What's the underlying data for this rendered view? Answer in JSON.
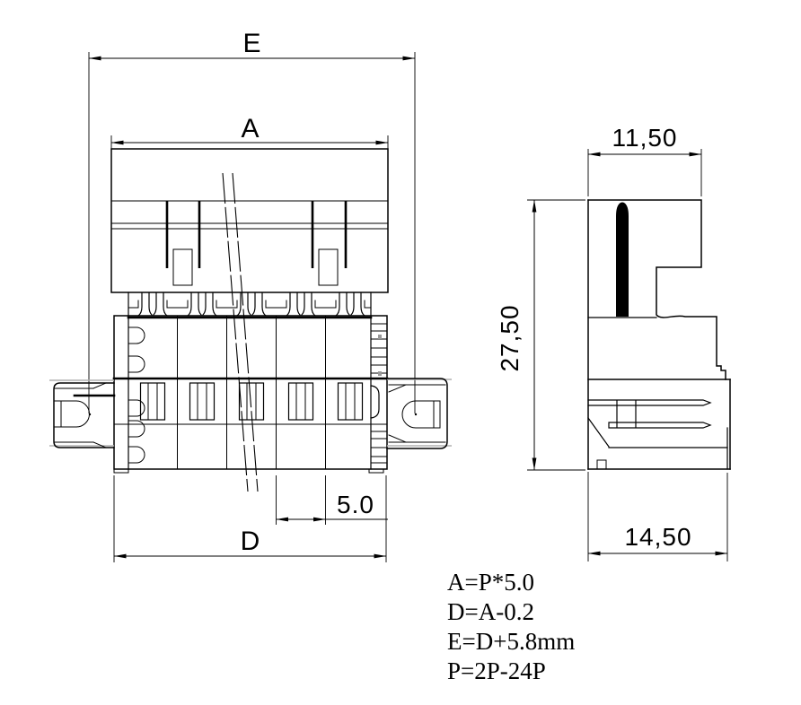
{
  "drawing": {
    "type": "technical-drawing",
    "subject": "pluggable terminal block connector, front view and side view",
    "background_color": "#ffffff",
    "line_color": "#000000",
    "rail_line_color": "#b0b0b0",
    "pin_fill_color": "#000000"
  },
  "front_view": {
    "dims": {
      "overall": "E",
      "housing": "A",
      "body": "D",
      "pitch": "5.0"
    }
  },
  "side_view": {
    "dims": {
      "top_width": "11,50",
      "height": "27,50",
      "bottom_width": "14,50"
    }
  },
  "formulas": {
    "lines": [
      "A=P*5.0",
      "D=A-0.2",
      "E=D+5.8mm",
      "P=2P-24P"
    ]
  }
}
